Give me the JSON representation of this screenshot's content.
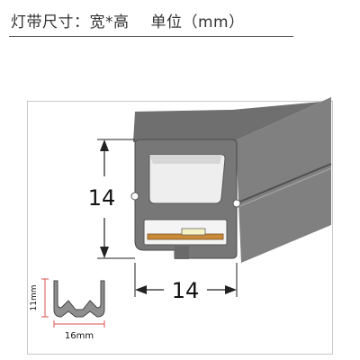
{
  "header": {
    "title": "灯带尺寸：宽*高",
    "unit_label": "单位（mm）"
  },
  "main_diagram": {
    "height_label": "14",
    "width_label": "14"
  },
  "profile_inset": {
    "height_label": "11mm",
    "width_label": "16mm"
  },
  "colors": {
    "housing": "#7b7b7b",
    "housing_dark": "#5d5d5d",
    "inner_light": "#f2f2f2",
    "strip_copper": "#c98a3a",
    "led_chip": "#f7f2c4",
    "dimension_red": "#d9534f"
  }
}
